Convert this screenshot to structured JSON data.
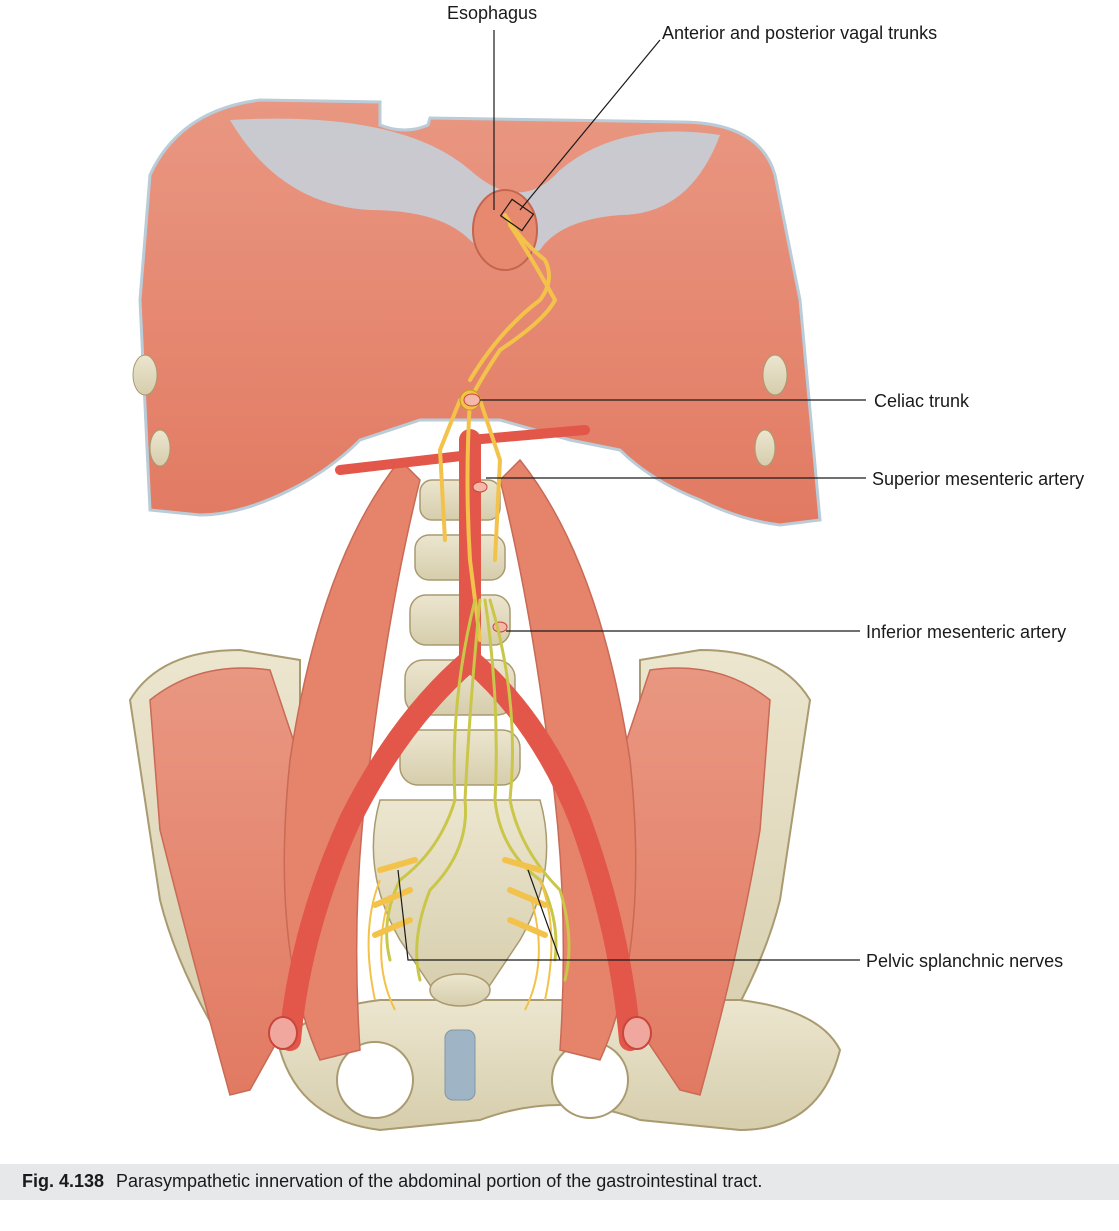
{
  "labels": {
    "esophagus": "Esophagus",
    "vagal_trunks": "Anterior and posterior vagal trunks",
    "celiac_trunk": "Celiac trunk",
    "superior_mesenteric": "Superior mesenteric artery",
    "inferior_mesenteric": "Inferior mesenteric artery",
    "pelvic_splanchnic": "Pelvic splanchnic nerves"
  },
  "caption": {
    "number": "Fig. 4.138",
    "text": "Parasympathetic innervation of the abdominal portion of the gastrointestinal tract."
  },
  "colors": {
    "muscle": "#e8846c",
    "muscle_dark": "#d86a52",
    "tendon": "#bfd0dc",
    "bone": "#e3dcc0",
    "artery": "#e2574a",
    "nerve": "#f3c24a",
    "pelvic_nerve": "#c9c64a",
    "caption_bg": "#e6e8ea"
  }
}
